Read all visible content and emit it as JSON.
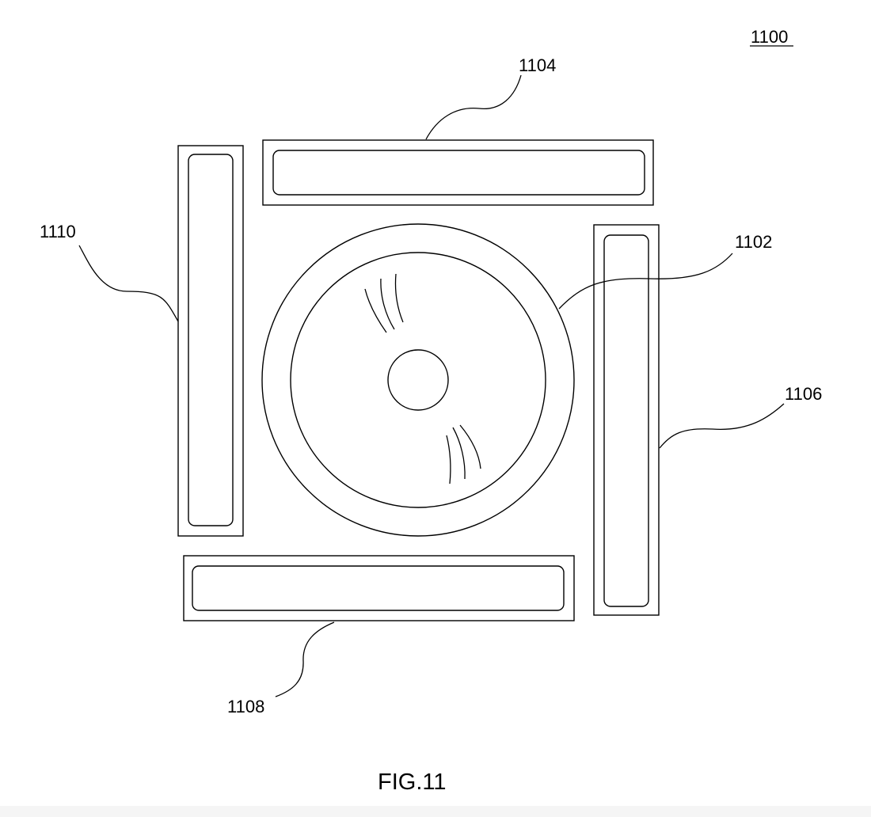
{
  "figure": {
    "caption": "FIG.11",
    "assembly_label": "1100",
    "labels": {
      "disc": "1102",
      "top_bar": "1104",
      "right_bar": "1106",
      "bottom_bar": "1108",
      "left_bar": "1110"
    }
  }
}
